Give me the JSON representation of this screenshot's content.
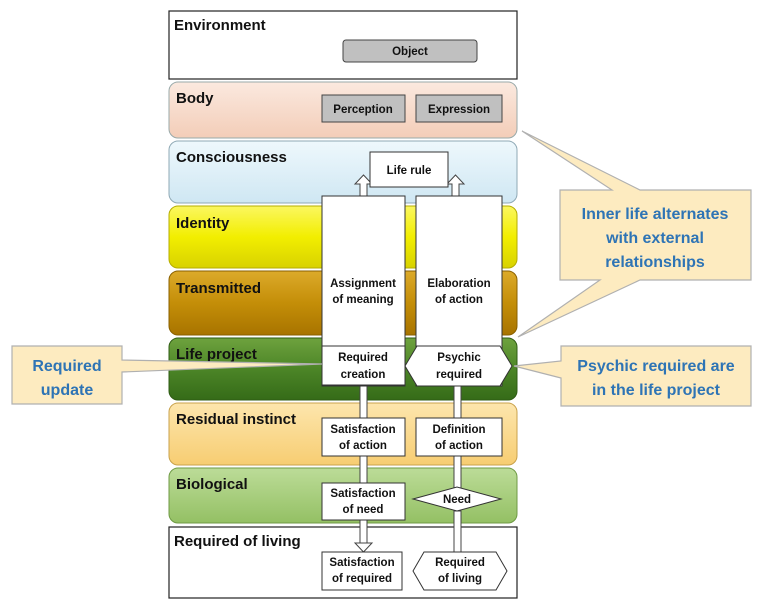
{
  "layers": {
    "environment": "Environment",
    "body": "Body",
    "consciousness": "Consciousness",
    "identity": "Identity",
    "transmitted": "Transmitted",
    "life_project": "Life project",
    "residual_instinct": "Residual instinct",
    "biological": "Biological",
    "required_of_living": "Required of living"
  },
  "boxes": {
    "object": "Object",
    "perception": "Perception",
    "expression": "Expression",
    "life_rule": "Life rule",
    "assignment": [
      "Assignment",
      "of meaning"
    ],
    "elaboration": [
      "Elaboration",
      "of action"
    ],
    "required_creation": [
      "Required",
      "creation"
    ],
    "psychic_required": [
      "Psychic",
      "required"
    ],
    "satisfaction_action": [
      "Satisfaction",
      "of action"
    ],
    "definition_action": [
      "Definition",
      "of action"
    ],
    "satisfaction_need": [
      "Satisfaction",
      "of need"
    ],
    "need": "Need",
    "satisfaction_required": [
      "Satisfaction",
      "of required"
    ],
    "required_living": [
      "Required",
      "of living"
    ]
  },
  "callouts": {
    "inner_life": [
      "Inner life alternates",
      "with external",
      "relationships"
    ],
    "required_update": [
      "Required",
      "update"
    ],
    "psychic_in_project": [
      "Psychic required are",
      "in the life project"
    ]
  },
  "colors": {
    "body": "#f8dccd",
    "consciousness": "#dff0f8",
    "identity": "#f6f200",
    "transmitted": "#c8940a",
    "life_project": "#4f8a2a",
    "residual_instinct": "#fbd98a",
    "biological": "#a9cf7e",
    "callout_fill": "#fdebc0",
    "callout_text": "#2e74b5"
  }
}
